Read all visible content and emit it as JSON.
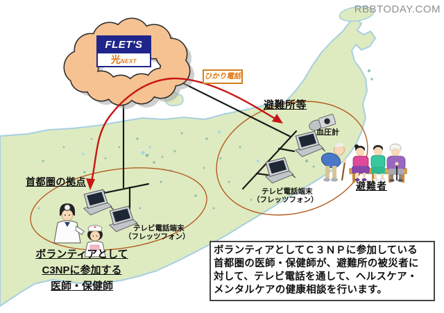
{
  "watermark": "RBBTODAY.COM",
  "cloud_logo": {
    "name": "FLET'S",
    "hikari": "光",
    "next": "NEXT"
  },
  "labels": {
    "hikari_denwa": "ひかり電話",
    "shelter_title": "避難所等",
    "bp_meter": "血圧計",
    "shelter_terminal_line1": "テレビ電話端末",
    "shelter_terminal_line2": "（フレッツフォン）",
    "evacuees": "避難者",
    "base_title": "首都圏の拠点",
    "base_terminal_line1": "テレビ電話端末",
    "base_terminal_line2": "（フレッツフォン）"
  },
  "base_caption": {
    "line1": "ボランティアとして",
    "line2": "C3NPに参加する",
    "line3": "医師・保健師"
  },
  "description": {
    "line1": "ボランティアとしてＣ３ＮＰに参加している",
    "line2": "首都圏の医師・保健師が、避難所の被災者に",
    "line3": "対して、テレビ電話を通して、ヘルスケア・",
    "line4": "メンタルケアの健康相談を行います。"
  },
  "colors": {
    "cloud_fill": "#F6C292",
    "land_fill": "#DEEBC0",
    "coast_stroke": "#A7CFE2",
    "ellipse_stroke": "#B45A1E",
    "arrow_red": "#C81414",
    "phone_line": "#1A1A1A",
    "accent_orange": "#E07818",
    "logo_blue": "#20258C"
  }
}
